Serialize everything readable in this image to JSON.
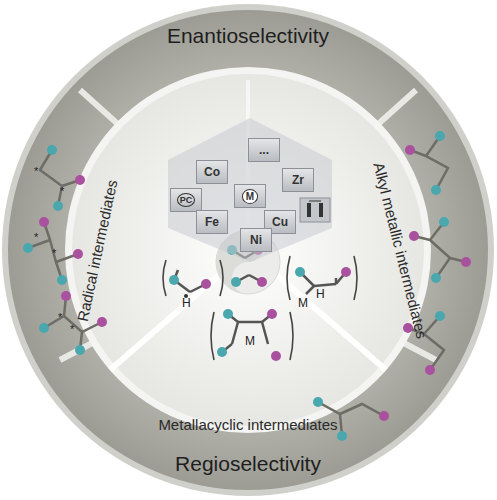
{
  "diagram": {
    "nodes": [
      {
        "text": [
          "Enantioselectivity",
          "Regioselectivity"
        ]
      },
      {
        "text": [
          "Radical intermediates"
        ],
        "in": 0
      },
      {
        "text": [
          "Alkyl metallic intermediates"
        ],
        "in": 0
      },
      {
        "text": [
          "Metallacyclic intermediates"
        ],
        "in": 0
      },
      {
        "text": [
          "..."
        ],
        "in": 0
      },
      {
        "text": [
          "Co"
        ],
        "in": 0
      },
      {
        "text": [
          "Zr"
        ],
        "in": 0
      },
      {
        "text": [
          "PC"
        ],
        "in": 0
      },
      {
        "text": [
          "M"
        ],
        "in": 0
      },
      {
        "text": [
          "Fe"
        ],
        "in": 0
      },
      {
        "text": [
          "Cu"
        ],
        "in": 0
      },
      {
        "text": [
          "Ni"
        ],
        "in": 0
      }
    ],
    "labels": [
      "H",
      "H",
      "M",
      "M",
      "*",
      "*",
      "*",
      "*",
      "*",
      "*"
    ]
  }
}
